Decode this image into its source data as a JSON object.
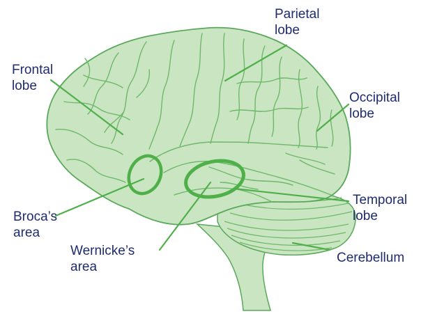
{
  "labels": {
    "parietal": {
      "line1": "Parietal",
      "line2": "lobe"
    },
    "frontal": {
      "line1": "Frontal",
      "line2": "lobe"
    },
    "occipital": {
      "line1": "Occipital",
      "line2": "lobe"
    },
    "temporal": {
      "line1": "Temporal",
      "line2": "lobe"
    },
    "broca": {
      "line1": "Broca’s",
      "line2": "area"
    },
    "wernicke": {
      "line1": "Wernicke’s",
      "line2": "area"
    },
    "cerebellum": {
      "line1": "Cerebellum"
    }
  },
  "colors": {
    "brain_fill": "#c9e5c2",
    "brain_outline": "#5aa85a",
    "sulcus": "#6fb86a",
    "highlight": "#4fb04a",
    "leader": "#4fb04a",
    "text": "#1f2b6f"
  }
}
